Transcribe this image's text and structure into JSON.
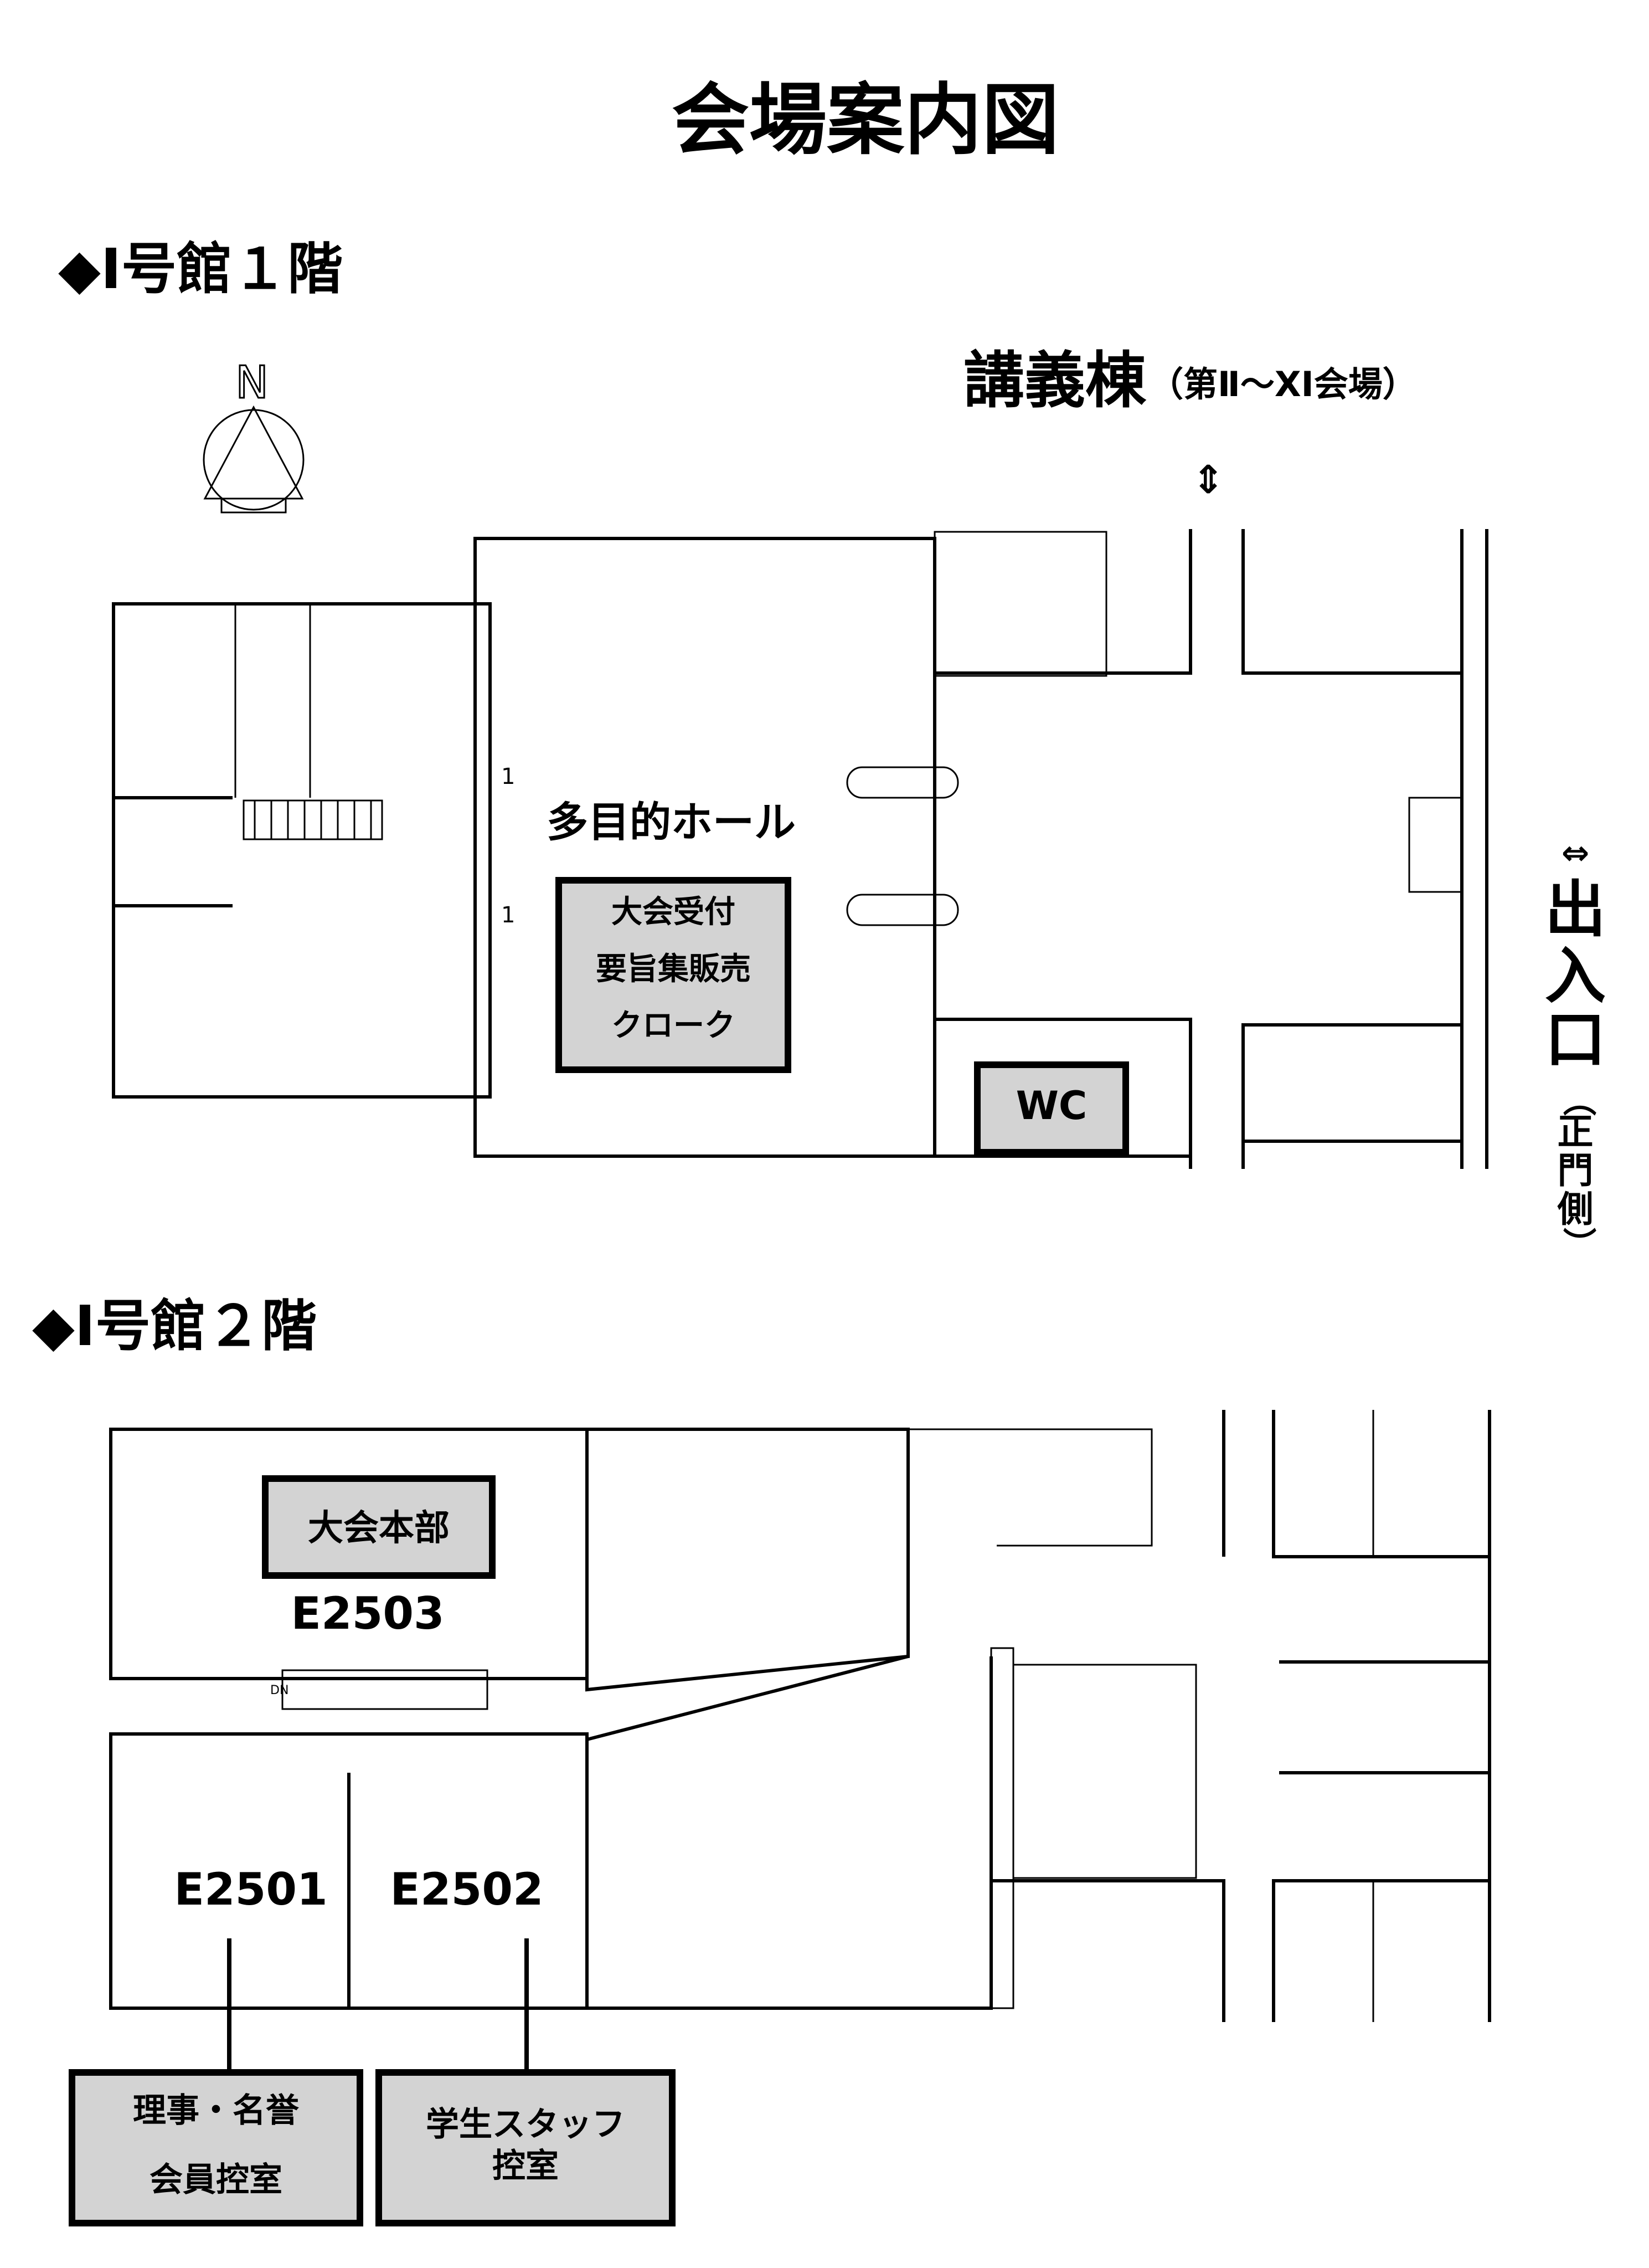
{
  "title": "会場案内図",
  "floor1": {
    "heading": "◆Ⅰ号館１階",
    "compass_label": "N",
    "lecture_building": "講義棟",
    "lecture_building_note": "（第Ⅱ～XI会場）",
    "arrow_vertical": "⇕",
    "hall_label": "多目的ホール",
    "reception_box": [
      "大会受付",
      "要旨集販売",
      "クローク"
    ],
    "wc_label": "WC",
    "entrance_arrow": "⇔",
    "entrance": [
      "出",
      "入",
      "口"
    ],
    "entrance_note": [
      "（",
      "正",
      "門",
      "側",
      "）"
    ],
    "stair_marks": [
      "1",
      "1"
    ]
  },
  "floor2": {
    "heading": "◆Ⅰ号館２階",
    "hq_label": "大会本部",
    "room_e2503": "E2503",
    "room_e2501": "E2501",
    "room_e2502": "E2502",
    "stair_dn": "DN",
    "director_room": [
      "理事・名誉",
      "会員控室"
    ],
    "staff_room": [
      "学生スタッフ",
      "控室"
    ]
  }
}
